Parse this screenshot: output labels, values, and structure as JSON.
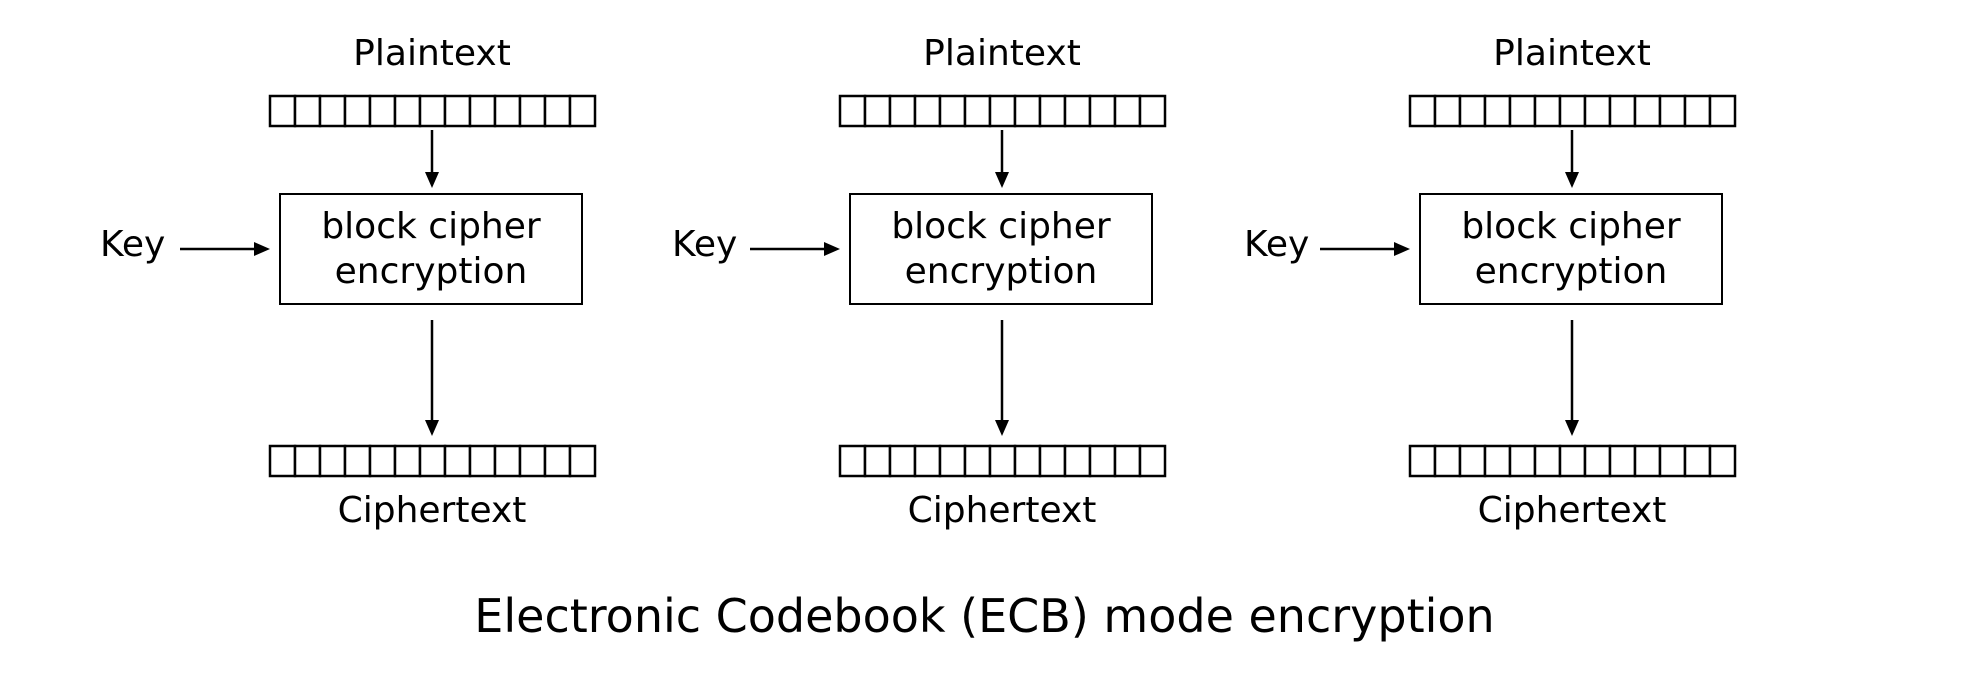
{
  "title": "Electronic Codebook (ECB) mode encryption",
  "block_cells": 13,
  "blocks": [
    {
      "plaintext_label": "Plaintext",
      "key_label": "Key",
      "cipher_line1": "block cipher",
      "cipher_line2": "encryption",
      "ciphertext_label": "Ciphertext"
    },
    {
      "plaintext_label": "Plaintext",
      "key_label": "Key",
      "cipher_line1": "block cipher",
      "cipher_line2": "encryption",
      "ciphertext_label": "Ciphertext"
    },
    {
      "plaintext_label": "Plaintext",
      "key_label": "Key",
      "cipher_line1": "block cipher",
      "cipher_line2": "encryption",
      "ciphertext_label": "Ciphertext"
    }
  ]
}
